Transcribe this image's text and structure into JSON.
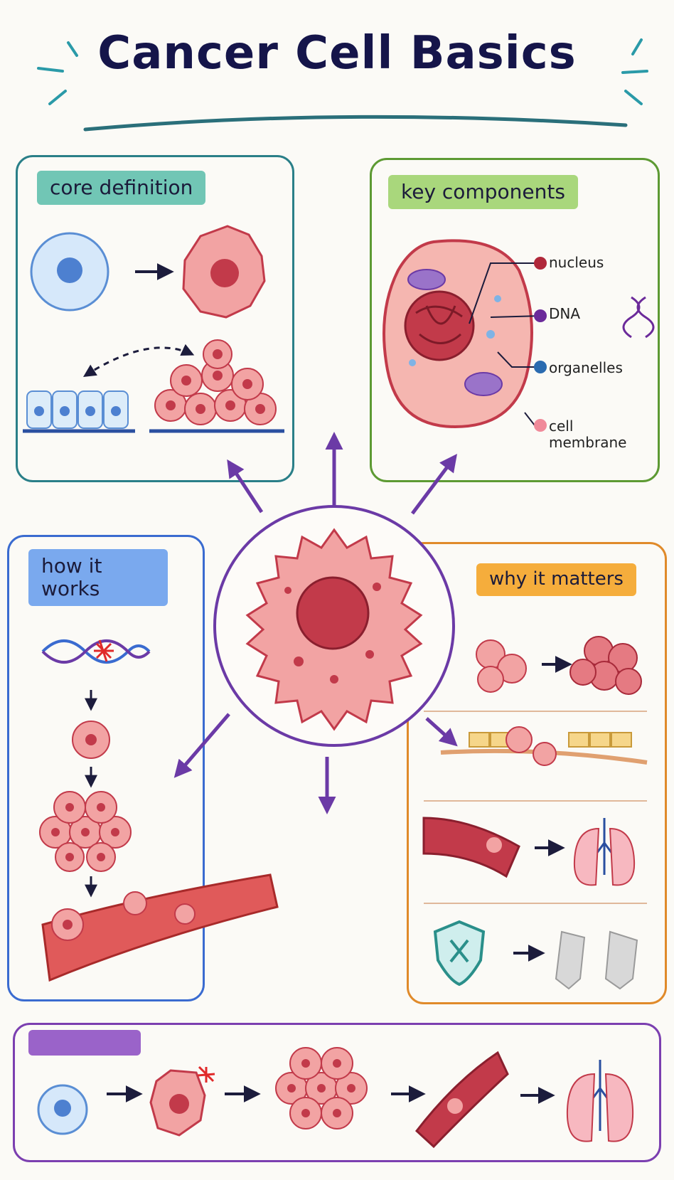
{
  "title": "Cancer Cell Basics",
  "panels": {
    "core": {
      "label": "core definition"
    },
    "key": {
      "label": "key components",
      "components": [
        {
          "name": "nucleus",
          "color": "#b0283a"
        },
        {
          "name": "DNA",
          "color": "#6b2a9a"
        },
        {
          "name": "organelles",
          "color": "#2a6bb0"
        },
        {
          "name": "cell membrane",
          "color": "#f08a9a"
        }
      ]
    },
    "how": {
      "label": "how it works"
    },
    "why": {
      "label": "why it matters"
    },
    "bottom": {
      "label": ""
    }
  },
  "colors": {
    "title": "#15154a",
    "core_border": "#2a7f88",
    "key_border": "#5d9a33",
    "how_border": "#3a6bd0",
    "why_border": "#e08a2a",
    "bottom_border": "#7b3fb0",
    "hub_border": "#6b3aa6",
    "cancer_cell": "#f2a3a3",
    "nucleus": "#c23a4a",
    "normal_cell": "#9cc7ef"
  }
}
